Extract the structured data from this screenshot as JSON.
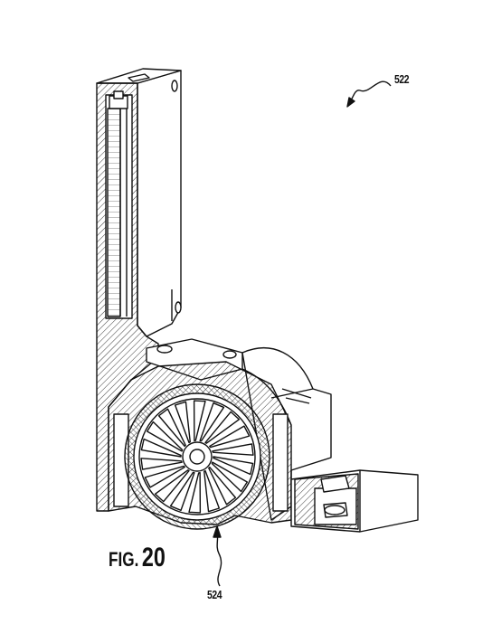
{
  "figure": {
    "caption_prefix": "FIG.",
    "caption_number": "20",
    "reference_numerals": {
      "assembly": "522",
      "impeller": "524"
    }
  }
}
